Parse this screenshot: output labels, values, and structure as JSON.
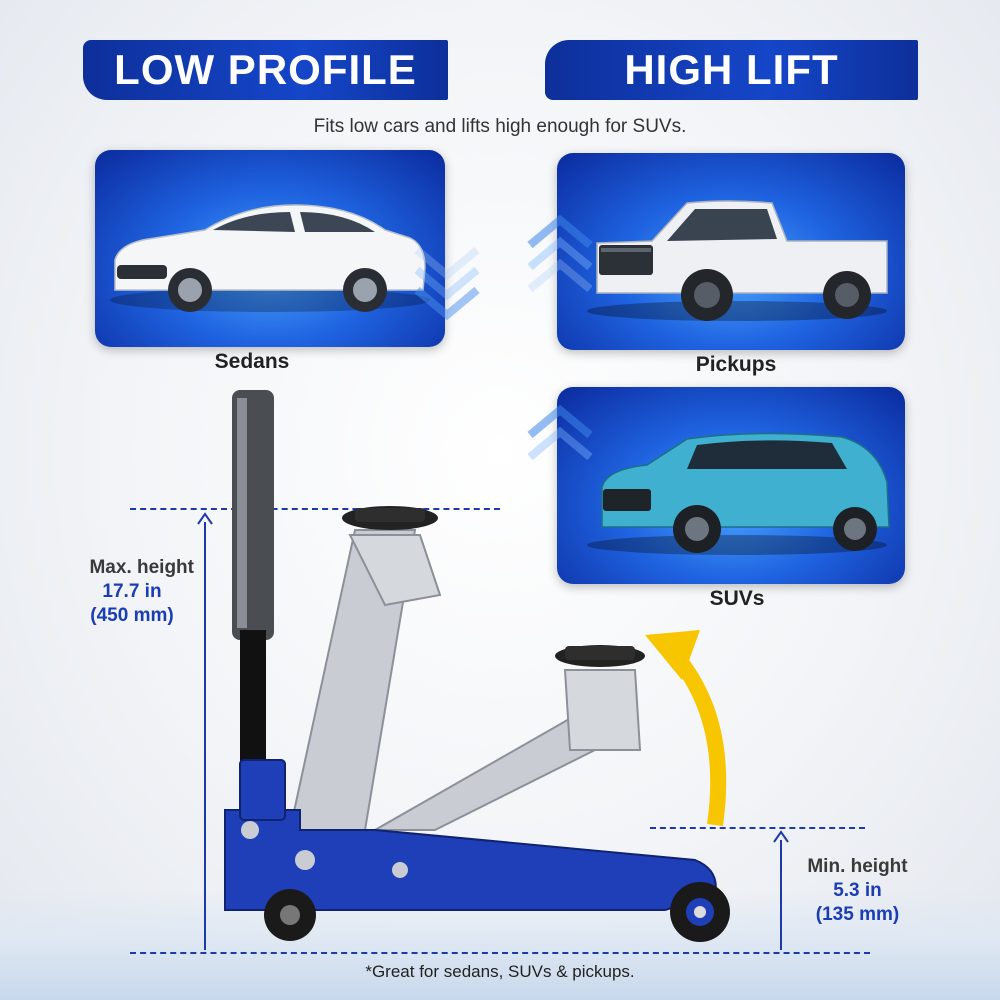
{
  "banners": {
    "left": "LOW PROFILE",
    "right": "HIGH LIFT"
  },
  "subtitle": "Fits low cars and lifts high enough for SUVs.",
  "vehicles": [
    {
      "label": "Sedans",
      "icon": "sedan-image"
    },
    {
      "label": "Pickups",
      "icon": "pickup-truck-image"
    },
    {
      "label": "SUVs",
      "icon": "suv-image"
    }
  ],
  "max_height": {
    "label": "Max. height",
    "imperial": "17.7 in",
    "metric": "(450 mm)"
  },
  "min_height": {
    "label": "Min. height",
    "imperial": "5.3 in",
    "metric": "(135 mm)"
  },
  "footnote": "*Great for sedans, SUVs & pickups.",
  "colors": {
    "brand_blue": "#1546c9",
    "accent_yellow": "#f7c600",
    "jack_blue": "#1f3fb8",
    "jack_silver": "#c9ccd2"
  }
}
